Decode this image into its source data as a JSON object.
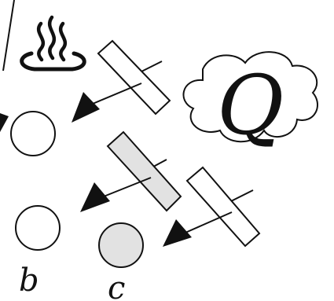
{
  "colors": {
    "ink": "#111111",
    "paper": "#ffffff",
    "highlight_fill": "#e2e2e2"
  },
  "icons": {
    "hot_spring": "hot-spring-icon",
    "cloud": "cloud-shape",
    "arrow": "filled-arrowhead"
  },
  "cloud_label": "Q",
  "circles": [
    {
      "id": "top-left",
      "label": "",
      "state": "empty"
    },
    {
      "id": "b",
      "label": "b",
      "state": "empty"
    },
    {
      "id": "c",
      "label": "c",
      "state": "shaded"
    }
  ],
  "bars": [
    {
      "id": "top",
      "state": "empty"
    },
    {
      "id": "middle",
      "state": "shaded"
    },
    {
      "id": "lower-right",
      "state": "empty"
    }
  ]
}
